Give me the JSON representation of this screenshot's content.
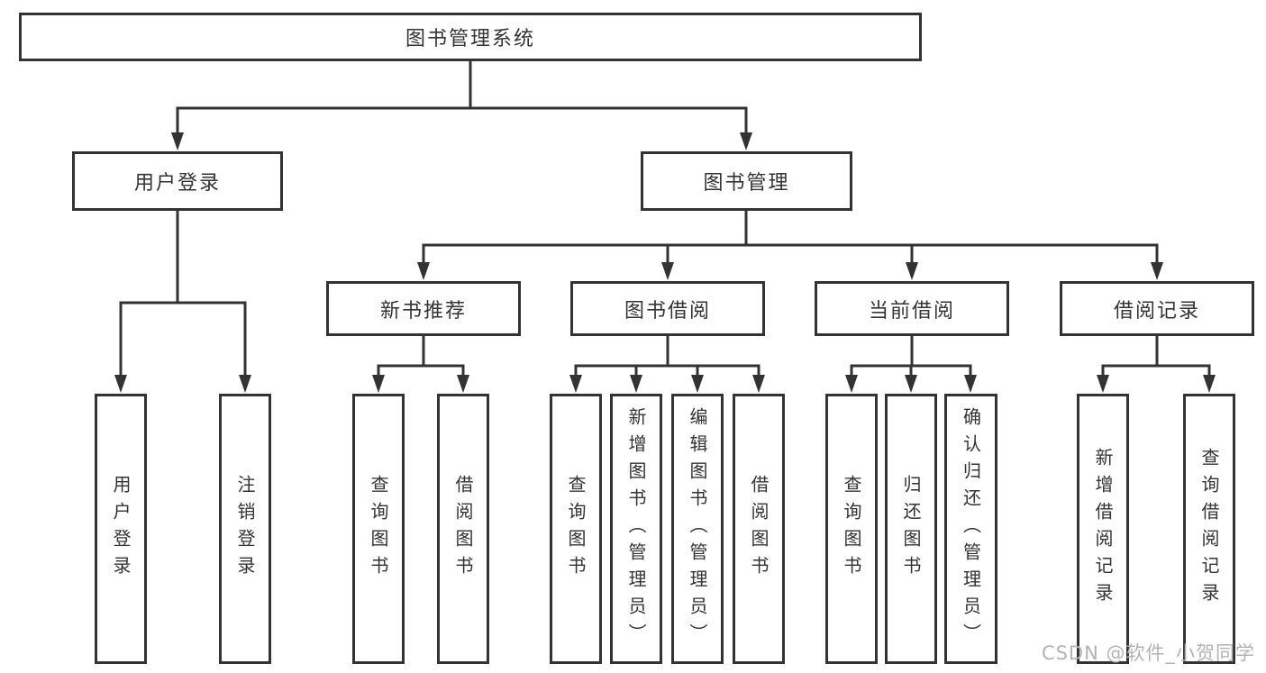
{
  "diagram": {
    "title": "图书管理系统",
    "root": {
      "label": "图书管理系统"
    },
    "branches": [
      {
        "label": "用户登录",
        "children": [
          {
            "label": "用户登录"
          },
          {
            "label": "注销登录"
          }
        ]
      },
      {
        "label": "图书管理",
        "children": [
          {
            "label": "新书推荐",
            "children": [
              {
                "label": "查询图书"
              },
              {
                "label": "借阅图书"
              }
            ]
          },
          {
            "label": "图书借阅",
            "children": [
              {
                "label": "查询图书"
              },
              {
                "label": "新增图书（管理员）"
              },
              {
                "label": "编辑图书（管理员）"
              },
              {
                "label": "借阅图书"
              }
            ]
          },
          {
            "label": "当前借阅",
            "children": [
              {
                "label": "查询图书"
              },
              {
                "label": "归还图书"
              },
              {
                "label": "确认归还（管理员）"
              }
            ]
          },
          {
            "label": "借阅记录",
            "children": [
              {
                "label": "新增借阅记录"
              },
              {
                "label": "查询借阅记录"
              }
            ]
          }
        ]
      }
    ]
  },
  "watermark": {
    "text": "CSDN @软件_小贺同学",
    "color": "#b3b3b3"
  },
  "colors": {
    "line": "#333333",
    "box_border": "#333333",
    "text": "#333333",
    "background": "#ffffff"
  }
}
